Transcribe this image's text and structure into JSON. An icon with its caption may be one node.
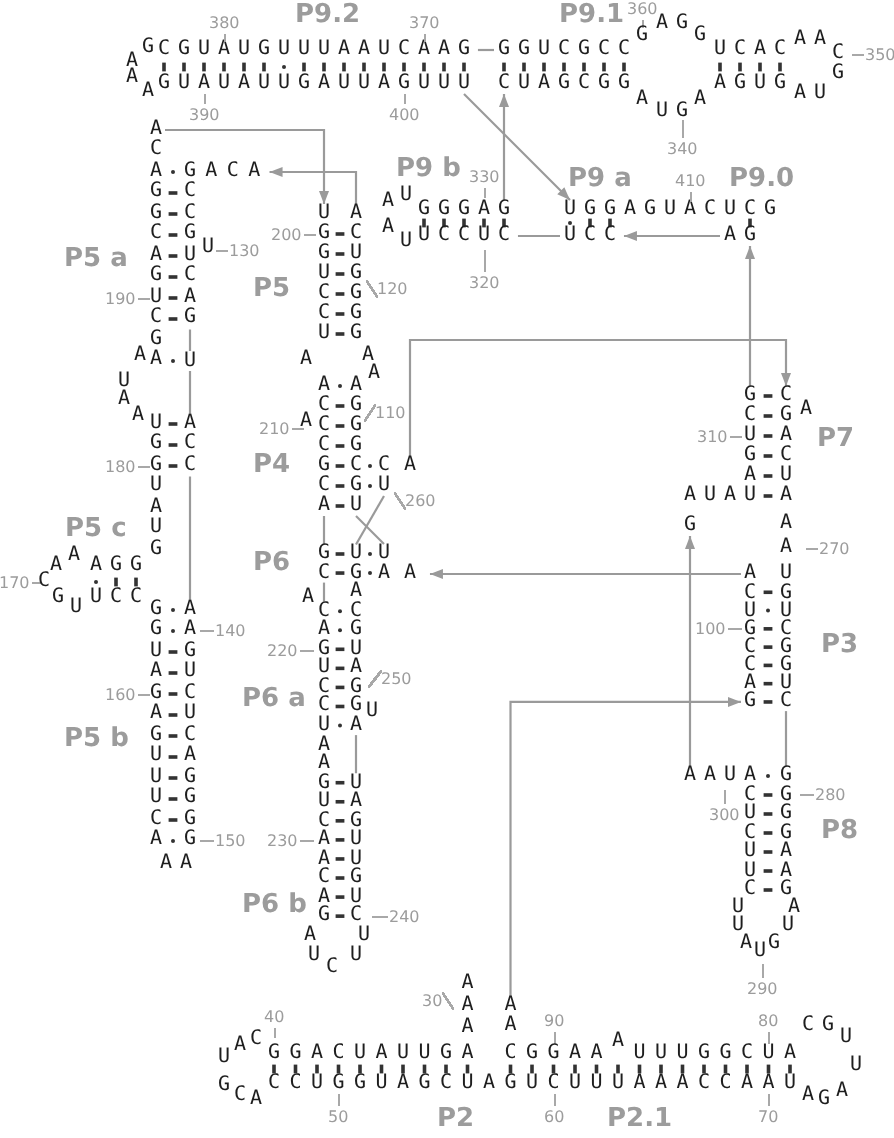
{
  "diagram": {
    "nodes": [
      {
        "text": [
          "CGUAUGUUUAAUCAAG"
        ]
      },
      {
        "text": [
          "GGUCGCC"
        ]
      },
      {
        "text": [
          "GUAUAUUGAUUAGUUU"
        ]
      },
      {
        "text": [
          "CUAGCGG"
        ]
      },
      {
        "text": [
          "ACAGGCAGUCGA"
        ]
      },
      {
        "text": [
          "GACA"
        ]
      },
      {
        "text": [
          "CCGUCAG"
        ]
      },
      {
        "text": [
          "UGGUCCU"
        ]
      },
      {
        "text": [
          "ACUGGGG"
        ]
      },
      {
        "text": [
          "GGGAG"
        ]
      },
      {
        "text": [
          "UGGAGUACUCG"
        ]
      },
      {
        "text": [
          "UCCUC"
        ]
      },
      {
        "text": [
          "UCC"
        ]
      },
      {
        "text": [
          "AG"
        ]
      },
      {
        "text": [
          "U"
        ]
      },
      {
        "text": [
          "ACCCGCA"
        ]
      },
      {
        "text": [
          "AGGGCGU"
        ]
      },
      {
        "text": [
          "GCUGAU"
        ]
      },
      {
        "text": [
          "CGACUA"
        ]
      },
      {
        "text": [
          "ACC"
        ]
      },
      {
        "text": [
          "CA"
        ]
      },
      {
        "text": [
          "U"
        ]
      },
      {
        "text": [
          "G"
        ]
      },
      {
        "text": [
          "GC"
        ]
      },
      {
        "text": [
          "UGACGUAGGA"
        ]
      },
      {
        "text": [
          "U"
        ]
      },
      {
        "text": [
          "AA"
        ]
      },
      {
        "text": [
          "ACUGCCAG"
        ]
      },
      {
        "text": [
          "UGUCGGUC"
        ]
      },
      {
        "text": [
          "AAGUCUCAGGGG"
        ]
      },
      {
        "text": [
          "CAGUCCUAAGUCAACAG"
        ]
      },
      {
        "text": [
          "AAU"
        ]
      },
      {
        "text": [
          "GGGGAAG"
        ]
      },
      {
        "text": [
          "UAGUUGUC"
        ]
      },
      {
        "text": [
          "AA"
        ]
      }
    ],
    "edges": [
      {
        "from": 4,
        "to": 7,
        "arrow": "to"
      },
      {
        "from": 8,
        "to": 5,
        "arrow": "to"
      },
      {
        "from": 9,
        "to": 3,
        "arrow": "to"
      },
      {
        "from": 2,
        "to": 10,
        "arrow": "to"
      },
      {
        "from": 13,
        "to": 12,
        "arrow": "to"
      },
      {
        "from": 17,
        "to": 13,
        "arrow": "to"
      },
      {
        "from": 20,
        "to": 18,
        "arrow": "to"
      },
      {
        "from": 27,
        "to": 26,
        "arrow": "to"
      },
      {
        "from": 34,
        "to": 27,
        "arrow": "to"
      },
      {
        "from": 31,
        "to": 22,
        "arrow": "to"
      },
      {
        "from": 0,
        "to": 1,
        "arrow": "none"
      },
      {
        "from": 11,
        "to": 12,
        "arrow": "none"
      },
      {
        "from": 6,
        "to": 14,
        "arrow": "none"
      },
      {
        "from": 14,
        "to": 19,
        "arrow": "none"
      },
      {
        "from": 19,
        "to": 29,
        "arrow": "none"
      },
      {
        "from": 15,
        "to": 23,
        "arrow": "none"
      },
      {
        "from": 23,
        "to": 30,
        "arrow": "none"
      },
      {
        "from": 24,
        "to": 33,
        "arrow": "none"
      },
      {
        "from": 28,
        "to": 32,
        "arrow": "none"
      },
      {
        "from": 21,
        "to": 24,
        "arrow": "none"
      },
      {
        "from": 16,
        "to": 25,
        "arrow": "none"
      }
    ],
    "labels": [
      "380",
      "P9.2",
      "370",
      "P9.1",
      "360",
      "A",
      "G",
      "A",
      "A",
      "G",
      "G",
      "G",
      "UCAC",
      "A",
      "A",
      "C",
      "G",
      "350",
      "A",
      "390",
      "400",
      "A",
      "U",
      "G",
      "A",
      "AGUG",
      "A",
      "U",
      "340",
      "A",
      "U",
      "P9 b",
      "330",
      "P9 a",
      "410",
      "P9.0",
      "P5 a",
      "U",
      "130",
      "200",
      "A",
      "U",
      "190",
      "P5",
      "120",
      "320",
      "U",
      "A",
      "A",
      "A",
      "A",
      "A",
      "A",
      "UGGUAUG",
      "210",
      "A",
      "110",
      "310",
      "A",
      "P7",
      "180",
      "P4",
      "260",
      "AUA",
      "A",
      "A",
      "P5 c",
      "AGG",
      "P6",
      "AA",
      "270",
      "170",
      "C",
      "G",
      "U",
      "UCC",
      "GGUAGAGUUUCA",
      "A",
      "140",
      "220",
      "100",
      "P3",
      "160",
      "P6 a",
      "U",
      "250",
      "P5 b",
      "300",
      "ACUCUUC",
      "280",
      "AA",
      "150",
      "230",
      "P8",
      "P6 b",
      "240",
      "U",
      "U",
      "U",
      "A",
      "A",
      "U",
      "C",
      "U",
      "U",
      "A",
      "U",
      "G",
      "30",
      "AAA",
      "290",
      "40",
      "90",
      "80",
      "C",
      "G",
      "U",
      "A",
      "C",
      "GGACUAUUGA",
      "CGGAA",
      "A",
      "UUUGGCUA",
      "U",
      "U",
      "G",
      "C",
      "A",
      "CCUGGUAGCUAGUCUUUAAACCAAU",
      "50",
      "P2",
      "60",
      "P2.1",
      "70",
      "A",
      "G",
      "A"
    ]
  }
}
